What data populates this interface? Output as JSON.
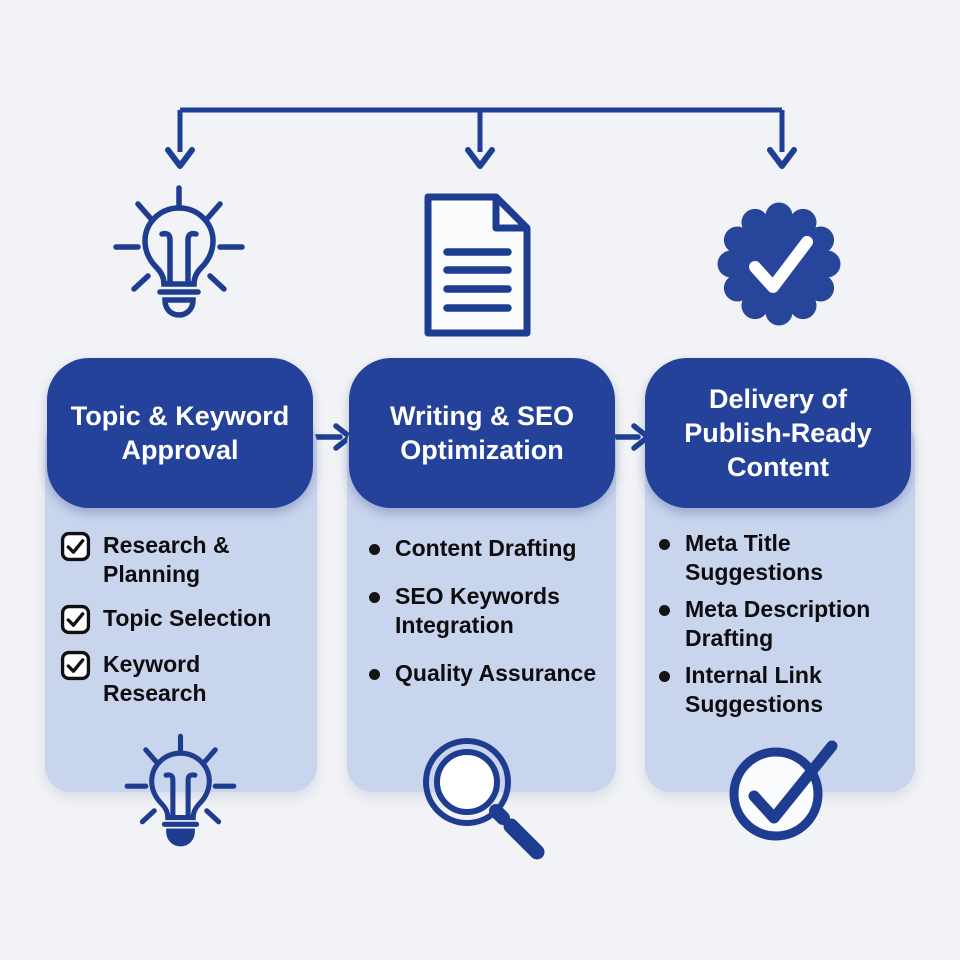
{
  "colors": {
    "page_bg": "#f2f3f6",
    "accent_navy": "#25429a",
    "icon_stroke": "#1e3c90",
    "column_bg": "#c9d4ed",
    "pill_text": "#ffffff",
    "list_text": "#0d0d10",
    "badge_check": "#ffffff"
  },
  "connector": {
    "type": "three-branch top flow, arrows pointing down to each stage icon"
  },
  "columns": [
    {
      "title": "Topic & Keyword\nApproval",
      "top_icon": "lightbulb-icon",
      "bottom_icon": "lightbulb-icon",
      "marker_style": "checkbox",
      "items": [
        {
          "text": "Research &\nPlanning"
        },
        {
          "text": "Topic Selection"
        },
        {
          "text": "Keyword\nResearch"
        }
      ]
    },
    {
      "title": "Writing & SEO\nOptimization",
      "top_icon": "document-icon",
      "bottom_icon": "magnifier-icon",
      "marker_style": "bullet",
      "items": [
        {
          "text": "Content Drafting"
        },
        {
          "text": "SEO Keywords\nIntegration"
        },
        {
          "text": "Quality Assurance"
        }
      ]
    },
    {
      "title": "Delivery of\nPublish-Ready\nContent",
      "top_icon": "verified-badge-icon",
      "bottom_icon": "circle-check-icon",
      "marker_style": "bullet",
      "items": [
        {
          "text": "Meta Title\nSuggestions"
        },
        {
          "text": "Meta Description\nDrafting"
        },
        {
          "text": "Internal Link\nSuggestions"
        }
      ]
    }
  ]
}
